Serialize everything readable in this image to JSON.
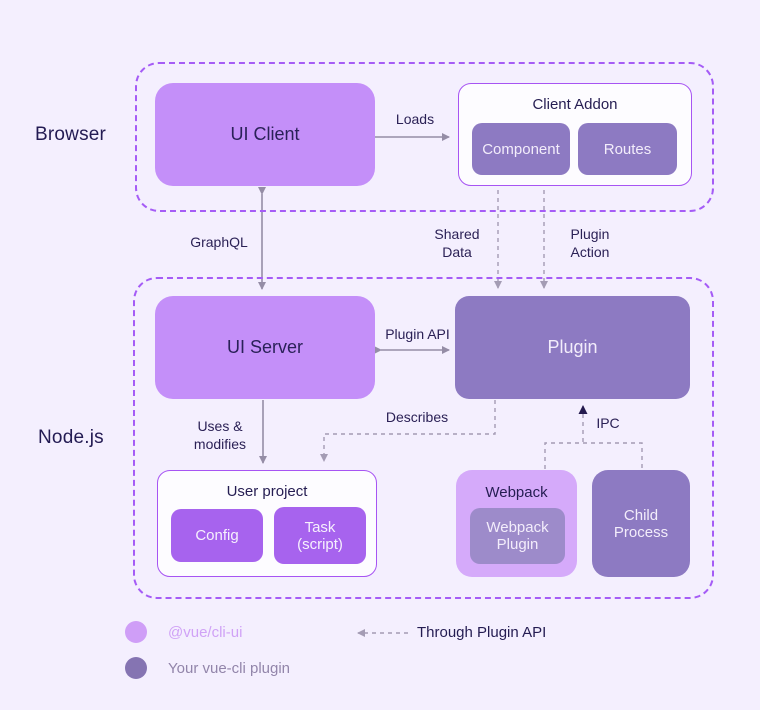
{
  "diagram": {
    "sections": {
      "browser": "Browser",
      "nodejs": "Node.js"
    },
    "nodes": {
      "ui_client": "UI Client",
      "client_addon": "Client Addon",
      "component": "Component",
      "routes": "Routes",
      "ui_server": "UI Server",
      "plugin": "Plugin",
      "user_project": "User project",
      "config": "Config",
      "task": "Task (script)",
      "webpack": "Webpack",
      "webpack_plugin": "Webpack Plugin",
      "child_process": "Child Process"
    },
    "edges": {
      "loads": "Loads",
      "graphql": "GraphQL",
      "shared_data": "Shared Data",
      "plugin_action": "Plugin Action",
      "plugin_api": "Plugin API",
      "uses_modifies": "Uses & modifies",
      "describes": "Describes",
      "ipc": "IPC"
    },
    "legend": {
      "cli_ui": "@vue/cli-ui",
      "your_plugin": "Your vue-cli plugin",
      "through_plugin_api": "Through Plugin API"
    },
    "colors": {
      "background": "#f4effe",
      "cli_ui_fill": "#c48ff9",
      "cli_ui_fill_soft": "#d5aafa",
      "plugin_fill": "#8d7ac2",
      "plugin_fill_soft": "#9d8bca",
      "accent_fill": "#a763ee",
      "dashed_border": "#a55cf6",
      "solid_border": "#a754f3",
      "arrow_gray": "#958da6",
      "arrow_dashed": "#a49cb4",
      "arrow_dark": "#241a4e",
      "text_dark": "#27205a",
      "legend_light_text": "#d0a2f6",
      "legend_muted_text": "#9285aa"
    }
  }
}
